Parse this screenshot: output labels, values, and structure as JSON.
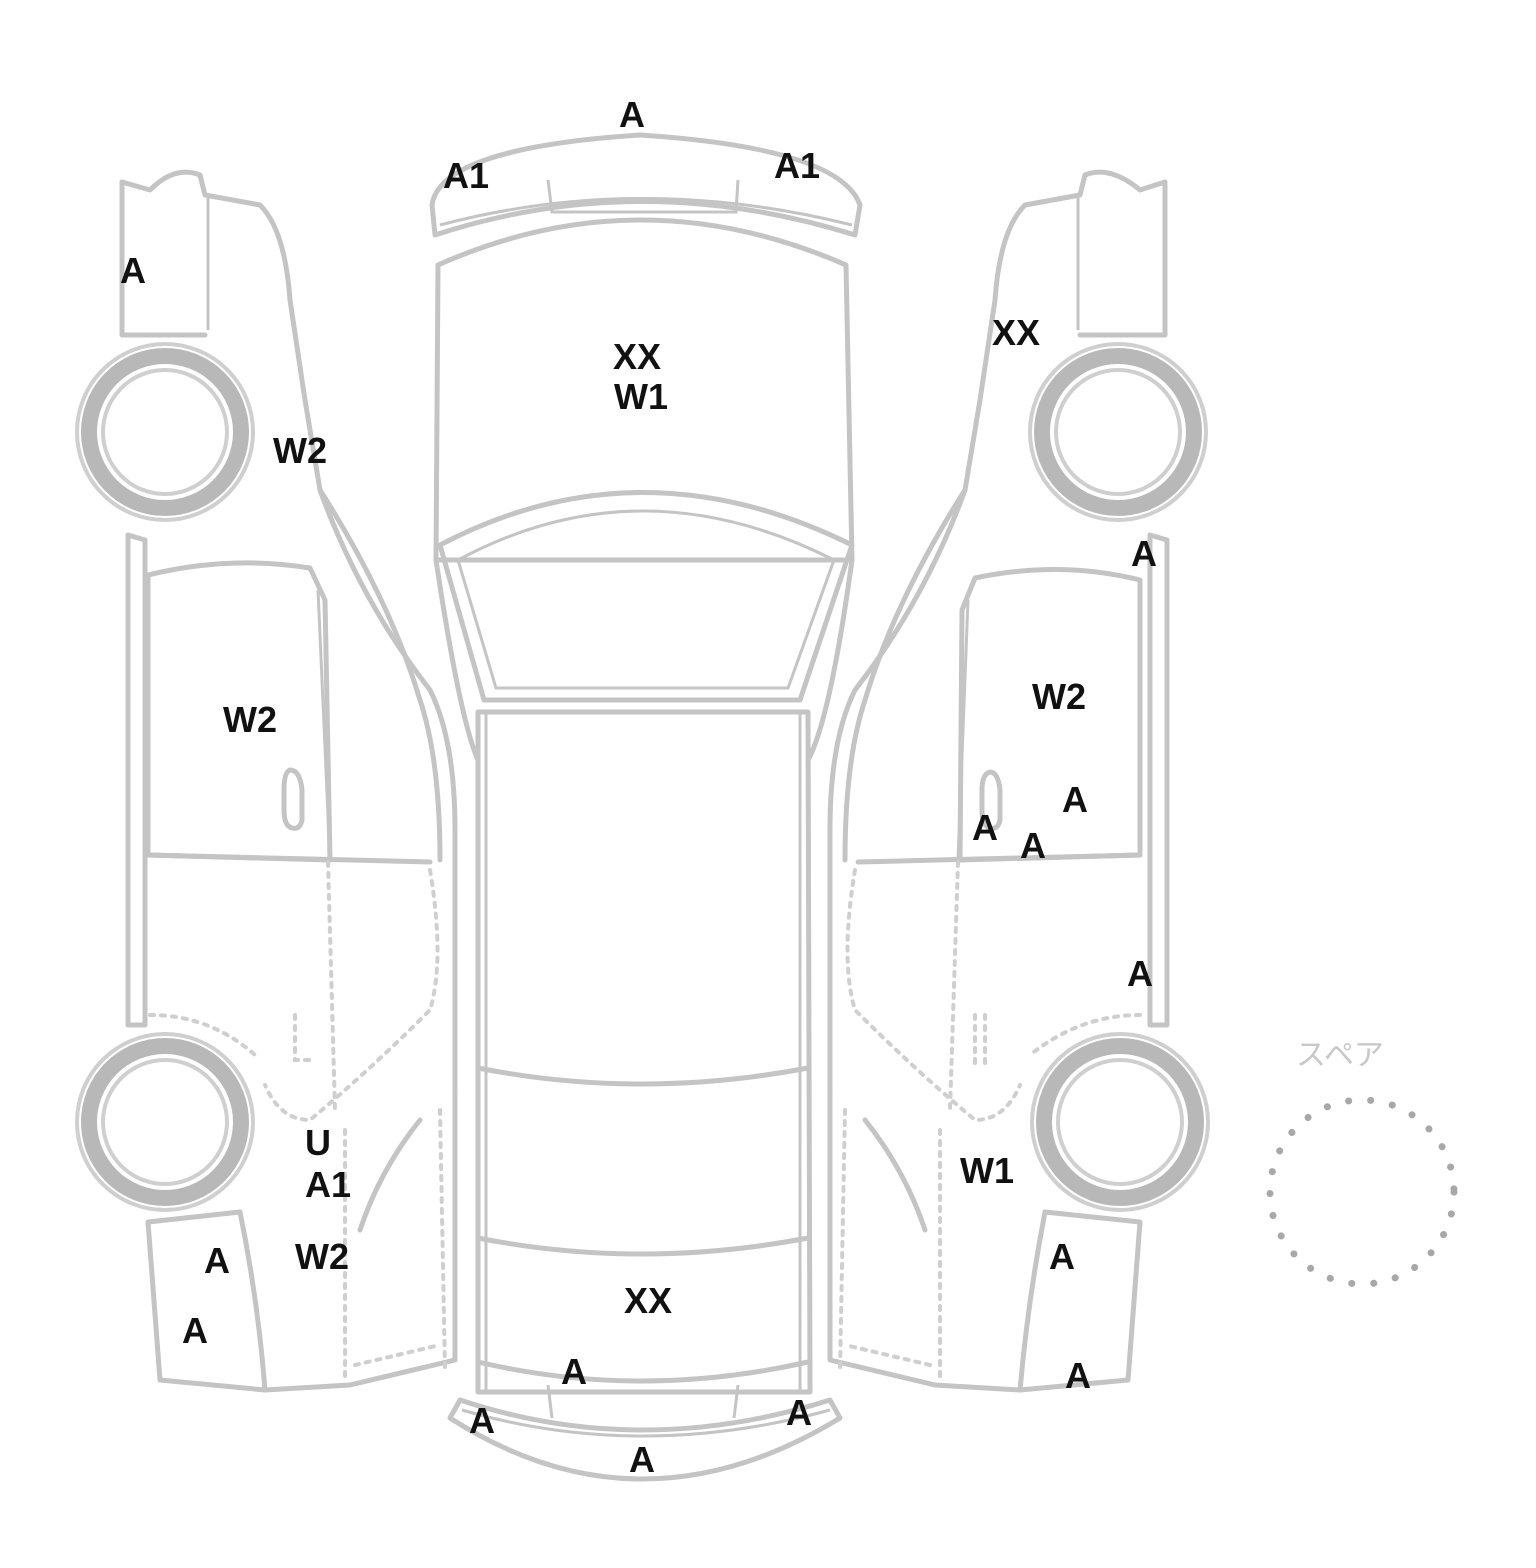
{
  "diagram": {
    "spare_label": "スペア",
    "damage_labels": [
      {
        "id": "rear-bumper-top",
        "text": "A"
      },
      {
        "id": "rear-corner-left",
        "text": "A1"
      },
      {
        "id": "rear-corner-right",
        "text": "A1"
      },
      {
        "id": "trunk-1",
        "text": "XX"
      },
      {
        "id": "trunk-2",
        "text": "W1"
      },
      {
        "id": "left-rear-upper",
        "text": "A"
      },
      {
        "id": "left-rear-wheel",
        "text": "W2"
      },
      {
        "id": "left-rear-door",
        "text": "W2"
      },
      {
        "id": "left-front-1",
        "text": "U"
      },
      {
        "id": "left-front-2",
        "text": "A1"
      },
      {
        "id": "left-front-3",
        "text": "W2"
      },
      {
        "id": "left-front-bottom-1",
        "text": "A"
      },
      {
        "id": "left-front-bottom-2",
        "text": "A"
      },
      {
        "id": "right-rear-upper",
        "text": "XX"
      },
      {
        "id": "right-pillar",
        "text": "A"
      },
      {
        "id": "right-rear-door",
        "text": "W2"
      },
      {
        "id": "right-door-a1",
        "text": "A"
      },
      {
        "id": "right-door-a2",
        "text": "A"
      },
      {
        "id": "right-door-a3",
        "text": "A"
      },
      {
        "id": "right-sill",
        "text": "A"
      },
      {
        "id": "right-front-wheel",
        "text": "W1"
      },
      {
        "id": "right-front-1",
        "text": "A"
      },
      {
        "id": "right-front-2",
        "text": "A"
      },
      {
        "id": "hood",
        "text": "XX"
      },
      {
        "id": "front-bumper-top",
        "text": "A"
      },
      {
        "id": "front-bumper-left",
        "text": "A"
      },
      {
        "id": "front-bumper-right",
        "text": "A"
      },
      {
        "id": "front-bumper-bottom",
        "text": "A"
      }
    ]
  }
}
